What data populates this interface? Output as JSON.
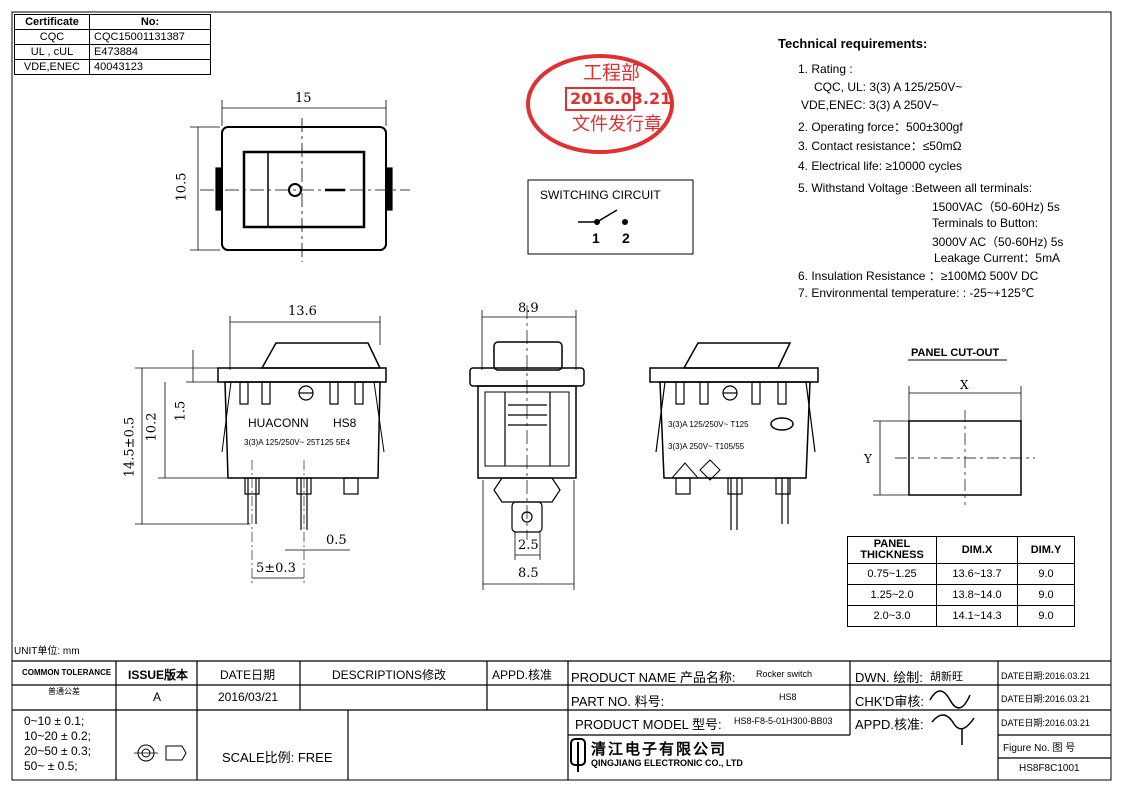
{
  "certificate_table": {
    "header": [
      "Certificate",
      "No:"
    ],
    "rows": [
      [
        "CQC",
        "CQC15001131387"
      ],
      [
        "UL , cUL",
        "E473884"
      ],
      [
        "VDE,ENEC",
        "40043123"
      ]
    ]
  },
  "stamp": {
    "dept": "工程部",
    "date": "2016.03.21",
    "seal": "文件发行章",
    "color": "#e03030"
  },
  "switching_circuit": {
    "title": "SWITCHING CIRCUIT",
    "pin1": "1",
    "pin2": "2"
  },
  "technical_requirements": {
    "title": "Technical requirements:",
    "lines": [
      "1. Rating :",
      "CQC, UL:   3(3) A  125/250V~",
      "VDE,ENEC:   3(3) A  250V~",
      "2. Operating force：500±300gf",
      "3. Contact resistance：≤50mΩ",
      "4. Electrical life: ≥10000 cycles",
      "5. Withstand Voltage :Between all terminals:",
      "1500VAC（50-60Hz) 5s",
      "Terminals to Button:",
      "3000V AC（50-60Hz) 5s",
      "Leakage Current：5mA",
      "6. Insulation Resistance ：≥100MΩ  500V DC",
      "7. Environmental temperature: : -25~+125℃"
    ]
  },
  "dimensions": {
    "top_width": "15",
    "top_height": "10.5",
    "side_width": "13.6",
    "side_total_height": "14.5±0.5",
    "side_body_height": "10.2",
    "side_flange": "1.5",
    "terminal_thickness": "0.5",
    "terminal_pitch": "5±0.3",
    "end_width": "8.9",
    "end_terminal": "2.5",
    "end_bottom": "8.5"
  },
  "body_markings": {
    "brand": "HUACONN",
    "model": "HS8",
    "rating_line": "3(3)A 125/250V~ 25T125 5E4",
    "rating_line_right1": "3(3)A 125/250V~ T125",
    "rating_line_right2": "3(3)A 250V~ T105/55"
  },
  "panel_cutout": {
    "title": "PANEL CUT-OUT",
    "x_label": "X",
    "y_label": "Y",
    "headers": [
      "PANEL THICKNESS",
      "DIM.X",
      "DIM.Y"
    ],
    "rows": [
      [
        "0.75~1.25",
        "13.6~13.7",
        "9.0"
      ],
      [
        "1.25~2.0",
        "13.8~14.0",
        "9.0"
      ],
      [
        "2.0~3.0",
        "14.1~14.3",
        "9.0"
      ]
    ]
  },
  "unit_label": "UNIT单位: mm",
  "title_block": {
    "common_tolerance": "COMMON TOLERANCE",
    "common_tolerance_cn": "普通公差",
    "tolerances": [
      "0~10   ± 0.1;",
      "10~20  ± 0.2;",
      "20~50  ± 0.3;",
      "50~     ± 0.5;"
    ],
    "issue_label": "ISSUE版本",
    "issue_value": "A",
    "date_label": "DATE日期",
    "date_value": "2016/03/21",
    "descriptions_label": "DESCRIPTIONS修改",
    "appd_label": "APPD.核准",
    "scale": "SCALE比例: FREE",
    "product_name_label": "PRODUCT NAME  产品名称:",
    "product_name_value": "Rocker switch",
    "part_no_label": "PART NO.     料号:",
    "part_no_value": "HS8",
    "product_model_label": "PRODUCT MODEL 型号:",
    "product_model_value": "HS8-F8-5-01H300-BB03",
    "company_cn": "清江电子有限公司",
    "company_en": "QINGJIANG ELECTRONIC CO., LTD",
    "dwn_label": "DWN. 绘制:",
    "dwn_value": "胡新旺",
    "chkd_label": "CHK'D审核:",
    "appd2_label": "APPD.核准:",
    "date_rows": [
      "DATE日期:2016.03.21",
      "DATE日期:2016.03.21",
      "DATE日期:2016.03.21"
    ],
    "figure_no_label": "Figure No.   图 号",
    "figure_no_value": "HS8F8C1001"
  }
}
